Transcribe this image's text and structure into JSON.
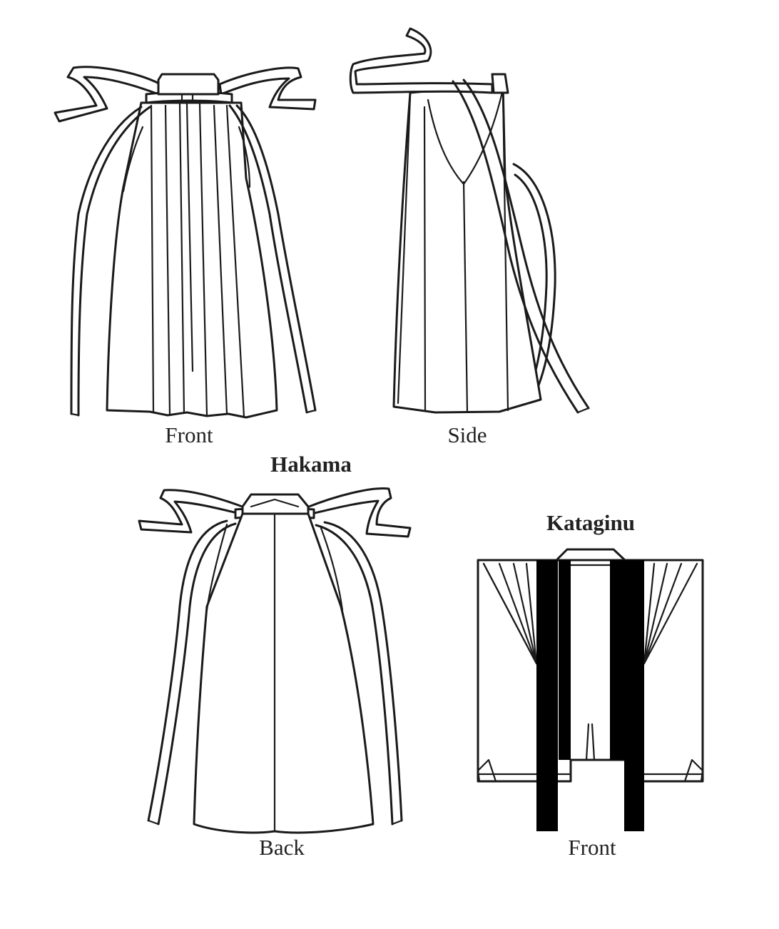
{
  "diagram": {
    "hakama": {
      "title": "Hakama",
      "views": {
        "front": "Front",
        "side": "Side",
        "back": "Back"
      }
    },
    "kataginu": {
      "title": "Kataginu",
      "views": {
        "front": "Front"
      }
    },
    "colors": {
      "line": "#1a1a1a",
      "background": "#ffffff",
      "text": "#222222"
    }
  }
}
